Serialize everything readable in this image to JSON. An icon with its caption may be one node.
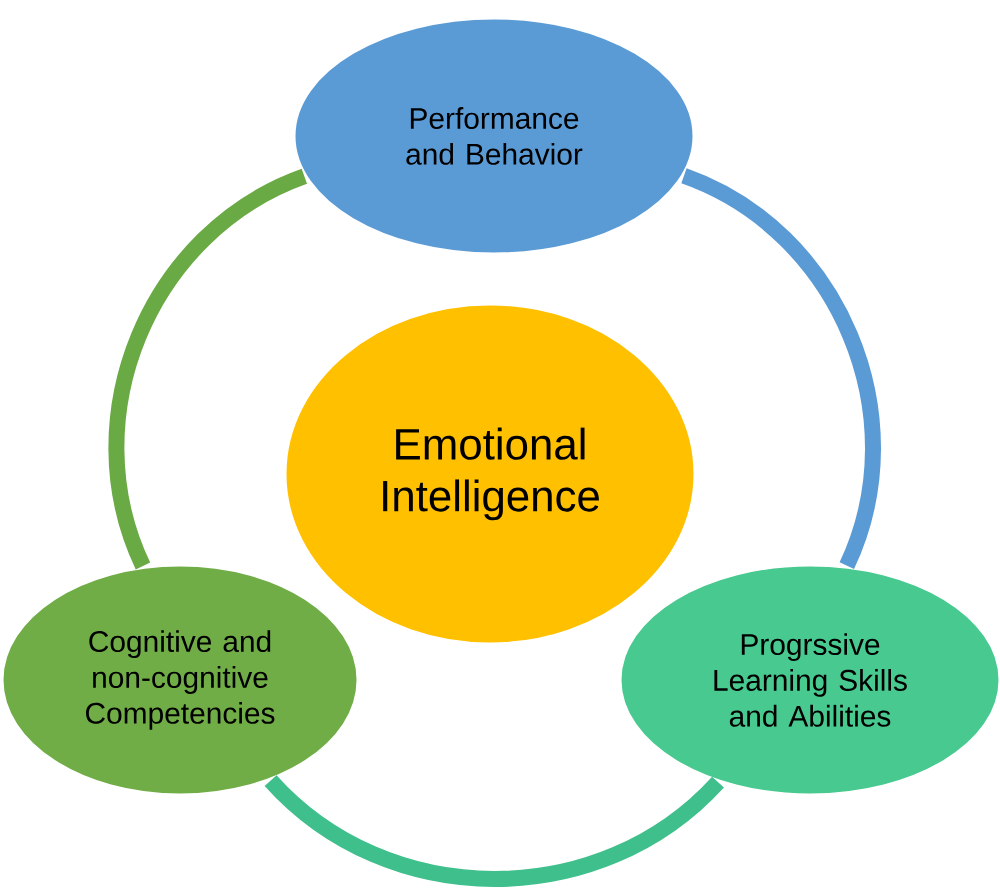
{
  "diagram": {
    "nodes": [
      {
        "text": [
          "Performance and Behavior"
        ]
      },
      {
        "text": [
          "Emotional Intelligence"
        ]
      },
      {
        "text": [
          "Cognitive and non-cognitive Competencies"
        ]
      },
      {
        "text": [
          "Progrssive Learning Skills and Abilities"
        ]
      }
    ],
    "edges": [
      {
        "from": 0,
        "to": 3,
        "arrow": "none",
        "color": "#5b9bd5"
      },
      {
        "from": 3,
        "to": 2,
        "arrow": "none",
        "color": "#3fbf8c"
      },
      {
        "from": 2,
        "to": 0,
        "arrow": "none",
        "color": "#6aaa45"
      }
    ]
  }
}
